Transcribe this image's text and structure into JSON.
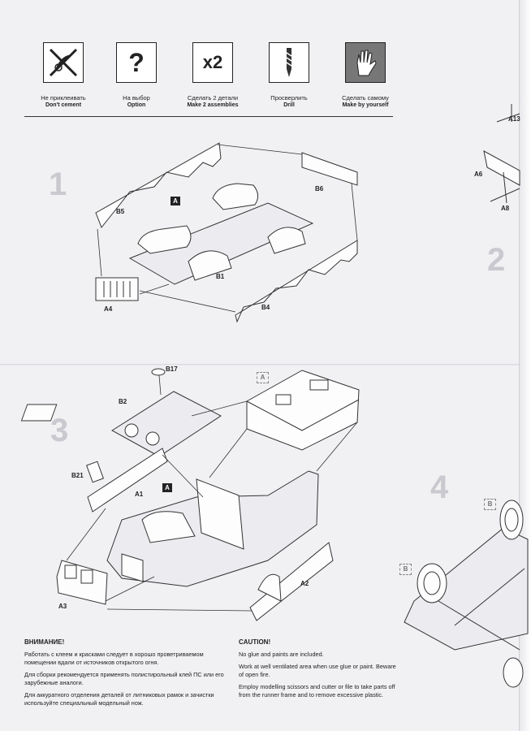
{
  "legend": [
    {
      "ru": "Не приклеивать",
      "en": "Don't cement",
      "icon": "no-glue-icon"
    },
    {
      "ru": "На выбор",
      "en": "Option",
      "icon": "question-mark-icon",
      "glyph": "?"
    },
    {
      "ru": "Сделать 2 детали",
      "en": "Make 2 assemblies",
      "icon": "x2-icon",
      "glyph": "x2"
    },
    {
      "ru": "Просверлить",
      "en": "Drill",
      "icon": "drill-bit-icon"
    },
    {
      "ru": "Сделать самому",
      "en": "Make by yourself",
      "icon": "hand-icon"
    }
  ],
  "steps": [
    "1",
    "2",
    "3",
    "4"
  ],
  "step1_parts": {
    "a": "A",
    "b1": "B1",
    "b4": "B4",
    "b5": "B5",
    "b6": "B6",
    "a4": "A4"
  },
  "step2_parts": {
    "a13": "A13",
    "a6": "A6",
    "a8": "A8"
  },
  "step3_parts": {
    "a_top": "A",
    "b17": "B17",
    "b2": "B2",
    "b21": "B21",
    "a1": "A1",
    "a_badge": "A",
    "a3": "A3",
    "a2": "A2"
  },
  "step4_parts": {
    "b_top": "B",
    "b_left": "B"
  },
  "notes_ru": {
    "title": "ВНИМАНИЕ!",
    "p1": "Работать с клеем и красками следует в хорошо проветриваемом помещении вдали от источников открытого огня.",
    "p2": "Для сборки рекомендуется применять полистирольный клей ПС или его зарубежные аналоги.",
    "p3": "Для аккуратного отделения деталей от литниковых рамок и зачистки используйте специальный модельный нож."
  },
  "notes_en": {
    "title": "CAUTION!",
    "p1": "No glue and paints are included.",
    "p2": "Work at well ventilated area when use glue or paint. Beware of open fire.",
    "p3": "Employ modelling scissors and cutter or file to take parts off from the runner frame and to remove excessive plastic."
  }
}
